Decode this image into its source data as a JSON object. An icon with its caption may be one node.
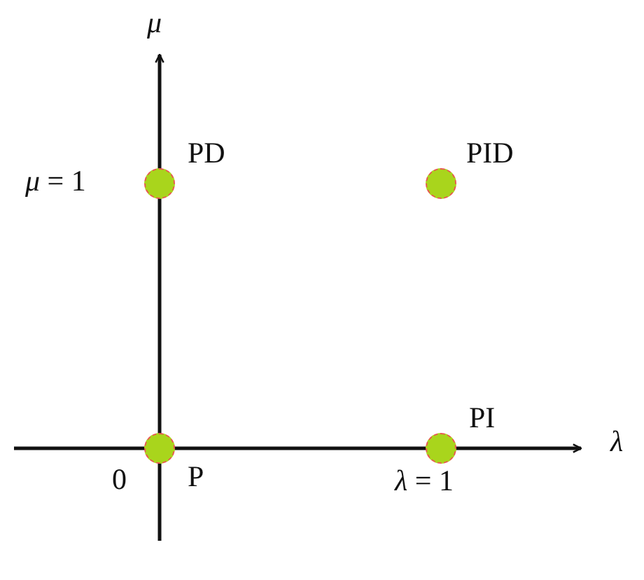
{
  "diagram": {
    "nodes": [
      {
        "text": [
          "PD"
        ]
      },
      {
        "text": [
          "PID"
        ]
      },
      {
        "text": [
          "P"
        ]
      },
      {
        "text": [
          "PI"
        ]
      }
    ],
    "labels": [
      "μ",
      "*μ* = 1",
      "λ",
      "0",
      "*λ* = 1"
    ]
  }
}
